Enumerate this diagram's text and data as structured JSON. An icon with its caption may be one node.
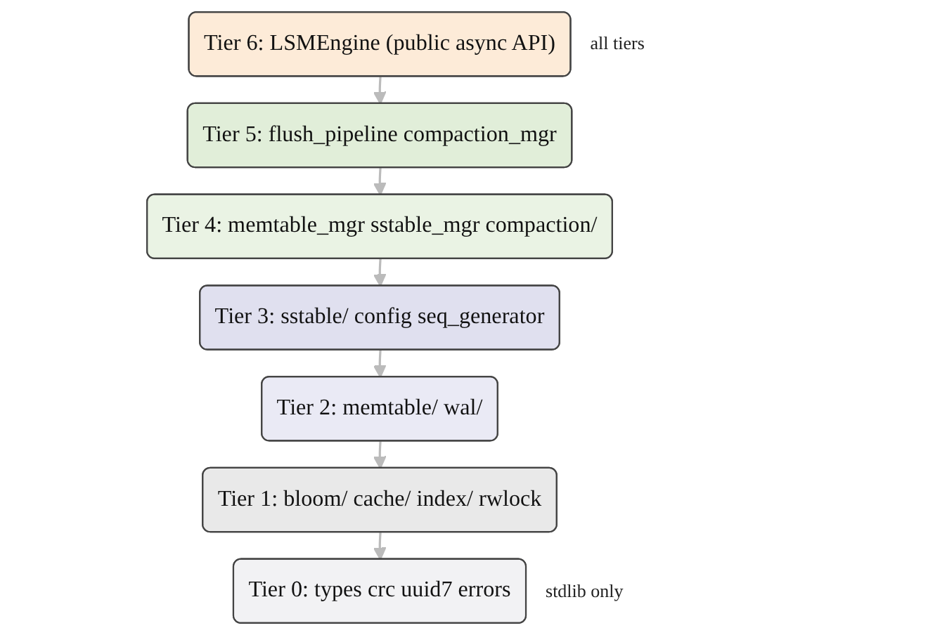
{
  "diagram": {
    "nodes": [
      {
        "text": [
          "Tier 6: LSMEngine (public async API)"
        ],
        "beside": [
          "all tiers"
        ]
      },
      {
        "text": [
          "Tier 5: flush_pipeline compaction_mgr"
        ]
      },
      {
        "text": [
          "Tier 4: memtable_mgr sstable_mgr compaction/"
        ]
      },
      {
        "text": [
          "Tier 3: sstable/ config seq_generator"
        ]
      },
      {
        "text": [
          "Tier 2: memtable/ wal/"
        ]
      },
      {
        "text": [
          "Tier 1: bloom/ cache/ index/ rwlock"
        ]
      },
      {
        "text": [
          "Tier 0: types crc uuid7 errors"
        ],
        "beside": [
          "stdlib only"
        ]
      }
    ],
    "edges": [
      {
        "from": 0,
        "to": 1,
        "arrow": "to"
      },
      {
        "from": 1,
        "to": 2,
        "arrow": "to"
      },
      {
        "from": 2,
        "to": 3,
        "arrow": "to"
      },
      {
        "from": 3,
        "to": 4,
        "arrow": "to"
      },
      {
        "from": 4,
        "to": 5,
        "arrow": "to"
      },
      {
        "from": 5,
        "to": 6,
        "arrow": "to"
      }
    ]
  }
}
